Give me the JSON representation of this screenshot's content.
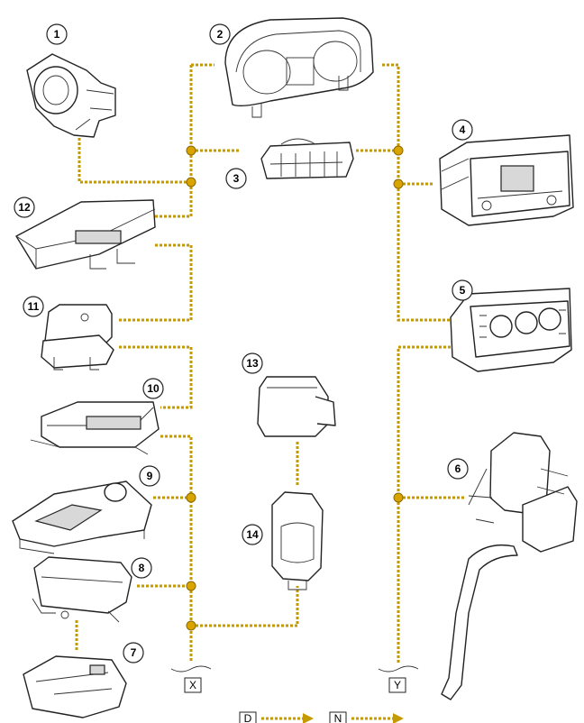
{
  "callouts": {
    "c1": "1",
    "c2": "2",
    "c3": "3",
    "c4": "4",
    "c5": "5",
    "c6": "6",
    "c7": "7",
    "c8": "8",
    "c9": "9",
    "c10": "10",
    "c11": "11",
    "c12": "12",
    "c13": "13",
    "c14": "14"
  },
  "bus_terminals": {
    "left": "X",
    "right": "Y"
  },
  "legend": {
    "left_box": "D",
    "right_box": "N"
  },
  "colors": {
    "bus": "#c49a00",
    "joint": "#d9a400"
  }
}
